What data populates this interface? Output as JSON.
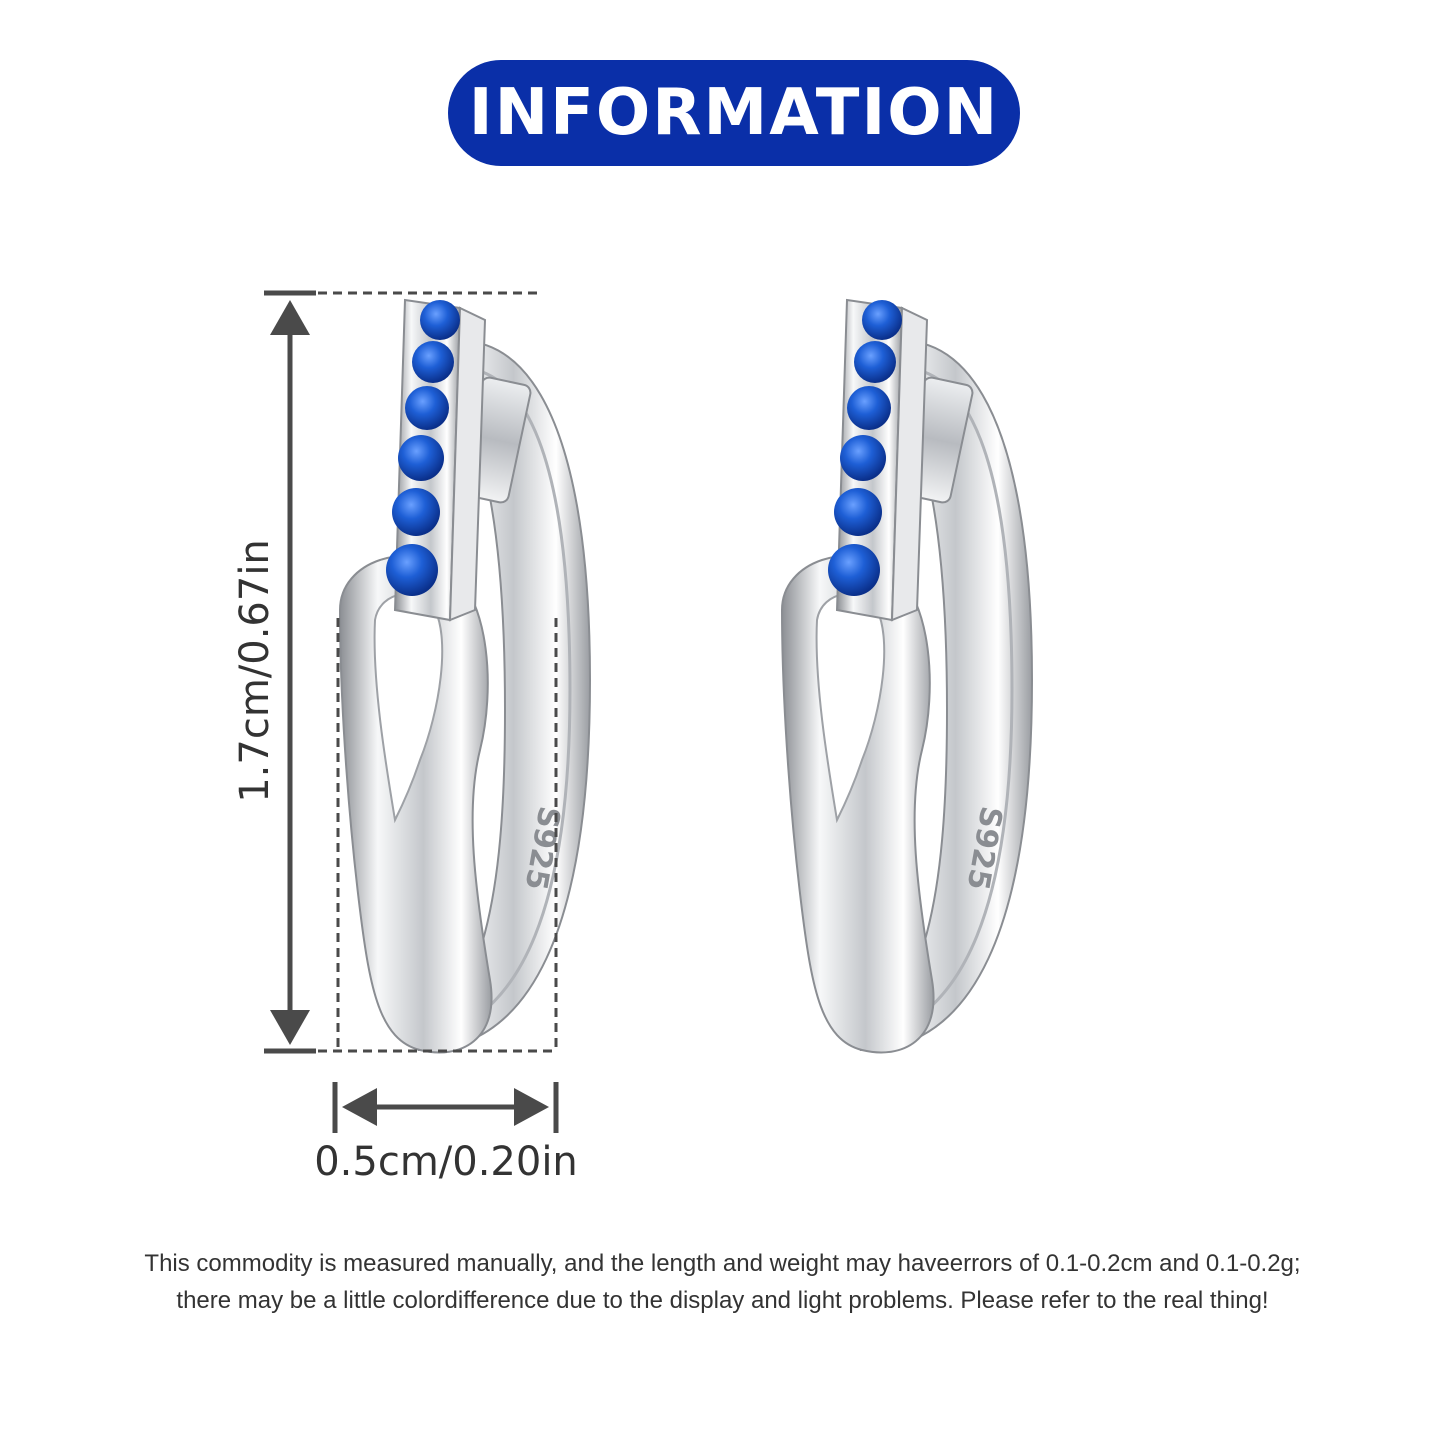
{
  "header": {
    "title": "INFORMATION"
  },
  "dimensions": {
    "height_label": "1.7cm/0.67in",
    "width_label": "0.5cm/0.20in"
  },
  "product": {
    "stamp": "S925"
  },
  "disclaimer": {
    "line1": "This commodity is measured manually, and the length and weight may haveerrors of 0.1-0.2cm and 0.1-0.2g;",
    "line2": "there may be a little colordifference due to the display and light problems. Please refer to the real thing!"
  },
  "colors": {
    "brand_blue": "#0a2fa8",
    "gem_blue": "#1e5fd6",
    "silver": "#d9dbde",
    "dimension_gray": "#4a4a4a"
  }
}
